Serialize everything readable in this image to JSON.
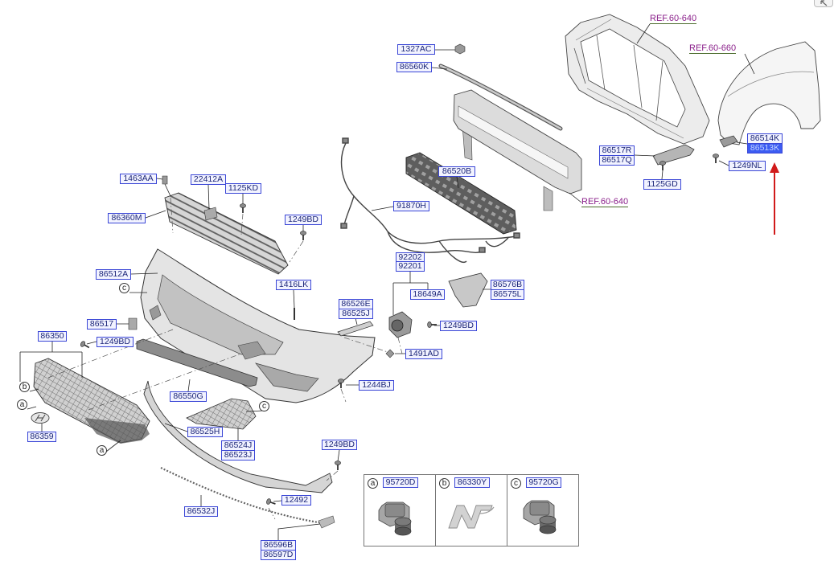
{
  "diagram": {
    "references": [
      {
        "text": "REF.60-640"
      },
      {
        "text": "REF.60-660"
      },
      {
        "text": "REF.60-640"
      }
    ],
    "part_labels": [
      {
        "code": "1327AC"
      },
      {
        "code": "86560K"
      },
      {
        "code": "86514K"
      },
      {
        "code": "86513K",
        "selected": true
      },
      {
        "code": "86517R"
      },
      {
        "code": "86517Q"
      },
      {
        "code": "1249NL"
      },
      {
        "code": "1125GD"
      },
      {
        "code": "86520B"
      },
      {
        "code": "1463AA"
      },
      {
        "code": "22412A"
      },
      {
        "code": "1125KD"
      },
      {
        "code": "91870H"
      },
      {
        "code": "86360M"
      },
      {
        "code": "1249BD"
      },
      {
        "code": "92202"
      },
      {
        "code": "92201"
      },
      {
        "code": "86512A"
      },
      {
        "code": "1416LK"
      },
      {
        "code": "86576B"
      },
      {
        "code": "86575L"
      },
      {
        "code": "18649A"
      },
      {
        "code": "86526E"
      },
      {
        "code": "86525J"
      },
      {
        "code": "86517"
      },
      {
        "code": "1249BD"
      },
      {
        "code": "86350"
      },
      {
        "code": "1249BD"
      },
      {
        "code": "1491AD"
      },
      {
        "code": "1244BJ"
      },
      {
        "code": "86550G"
      },
      {
        "code": "86359"
      },
      {
        "code": "86525H"
      },
      {
        "code": "86524J"
      },
      {
        "code": "86523J"
      },
      {
        "code": "1249BD"
      },
      {
        "code": "86532J"
      },
      {
        "code": "12492"
      },
      {
        "code": "86596B"
      },
      {
        "code": "86597D"
      }
    ],
    "callouts": [
      "c",
      "b",
      "a",
      "c",
      "a"
    ]
  },
  "legend": [
    {
      "marker": "a",
      "code": "95720D",
      "icon": "parking-sensor-icon"
    },
    {
      "marker": "b",
      "code": "86330Y",
      "icon": "n-emblem-icon"
    },
    {
      "marker": "c",
      "code": "95720G",
      "icon": "parking-sensor-icon"
    }
  ],
  "corner_button": {
    "icon": "expand-arrow-icon"
  },
  "indicator": {
    "icon": "red-up-arrow-icon"
  },
  "colors": {
    "label_border": "#3a46d6",
    "label_text": "#1b2578",
    "label_fill": "#f2f3ff",
    "selected_fill": "#3c5cf2",
    "selected_text": "#c4d4ff",
    "reference_text": "#8a1f8a",
    "reference_underline": "#4b6b2b",
    "indicator_arrow": "#d11a1a"
  }
}
